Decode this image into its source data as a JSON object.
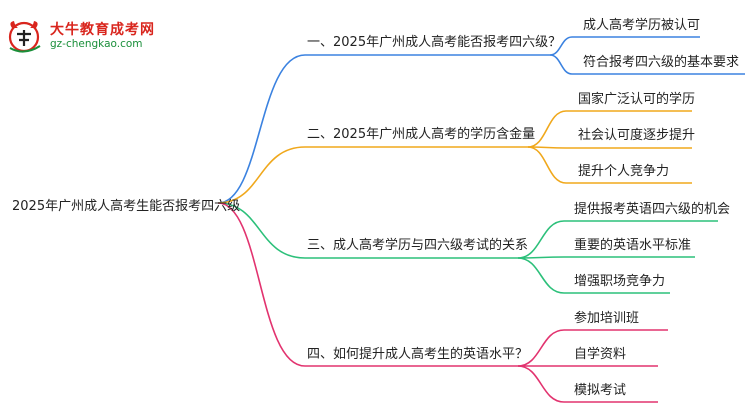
{
  "logo": {
    "title": "大牛教育成考网",
    "url": "gz-chengkao.com"
  },
  "root": {
    "label": "2025年广州成人高考生能否报考四六级"
  },
  "branches": [
    {
      "label": "一、2025年广州成人高考能否报考四六级？",
      "color": "#3b82e0",
      "children": [
        "成人高考学历被认可",
        "符合报考四六级的基本要求"
      ]
    },
    {
      "label": "二、2025年广州成人高考的学历含金量",
      "color": "#f0a81c",
      "children": [
        "国家广泛认可的学历",
        "社会认可度逐步提升",
        "提升个人竞争力"
      ]
    },
    {
      "label": "三、成人高考学历与四六级考试的关系",
      "color": "#2cc07a",
      "children": [
        "提供报考英语四六级的机会",
        "重要的英语水平标准",
        "增强职场竞争力"
      ]
    },
    {
      "label": "四、如何提升成人高考生的英语水平？",
      "color": "#e2336f",
      "children": [
        "参加培训班",
        "自学资料",
        "模拟考试"
      ]
    }
  ]
}
